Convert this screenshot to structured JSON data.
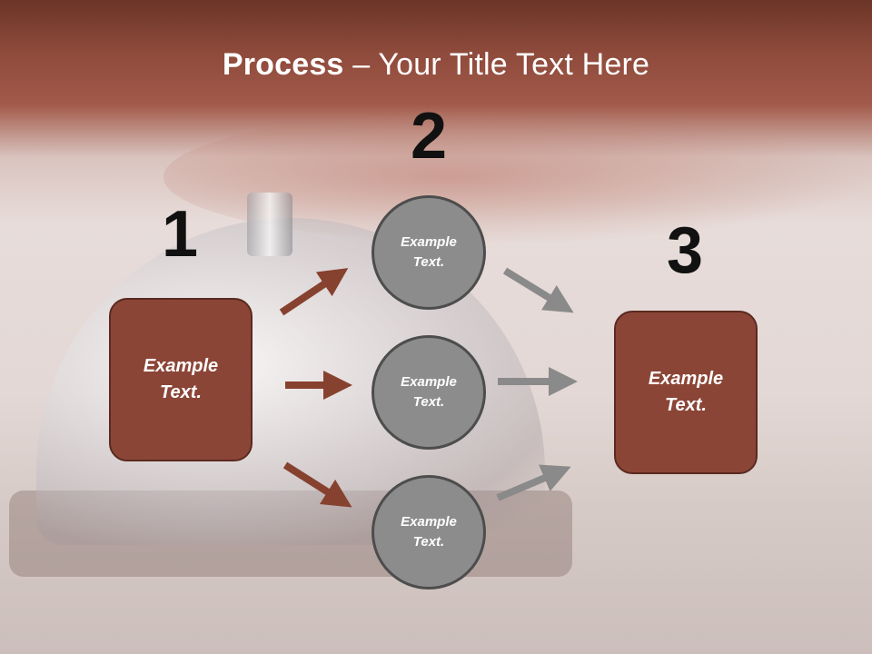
{
  "slide": {
    "title_bold": "Process",
    "title_rest": " – Your Title Text Here"
  },
  "steps": {
    "num1": "1",
    "num2": "2",
    "num3": "3"
  },
  "box_left": {
    "line1": "Example",
    "line2": "Text."
  },
  "box_right": {
    "line1": "Example",
    "line2": "Text."
  },
  "circles": [
    {
      "line1": "Example",
      "line2": "Text."
    },
    {
      "line1": "Example",
      "line2": "Text."
    },
    {
      "line1": "Example",
      "line2": "Text."
    }
  ],
  "colors": {
    "box_fill": "#8b4536",
    "circle_fill": "#8c8c8c",
    "arrow_brown": "#86412f",
    "arrow_gray": "#8a8a8a"
  }
}
